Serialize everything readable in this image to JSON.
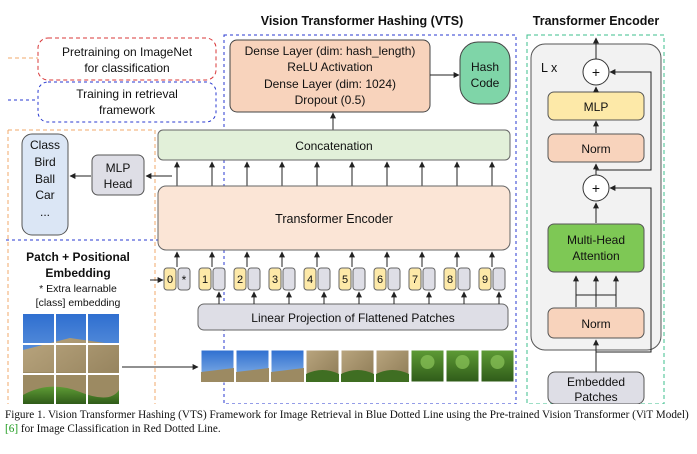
{
  "title": "Vision Transformer Hashing (VTS)",
  "encoder_title": "Transformer Encoder",
  "legend": {
    "pretraining": [
      "Pretraining on ImageNet",
      "for classification"
    ],
    "training": [
      "Training in retrieval",
      "framework"
    ]
  },
  "head_block": {
    "lines": [
      "Dense Layer (dim: hash_length)",
      "ReLU Activation",
      "Dense Layer (dim: 1024)",
      "Dropout (0.5)"
    ]
  },
  "hash_code": [
    "Hash",
    "Code"
  ],
  "concat_label": "Concatenation",
  "class_box": [
    "Class",
    "Bird",
    "Ball",
    "Car",
    "..."
  ],
  "mlp_head": [
    "MLP",
    "Head"
  ],
  "transformer_encoder_label": "Transformer Encoder",
  "patch_embedding": {
    "title": [
      "Patch + Positional",
      "Embedding"
    ],
    "note": [
      "* Extra learnable",
      "[class] embedding"
    ]
  },
  "tokens": [
    "0",
    "1",
    "2",
    "3",
    "4",
    "5",
    "6",
    "7",
    "8",
    "9"
  ],
  "class_token_star": "*",
  "linear_projection_label": "Linear Projection of Flattened Patches",
  "encoder_detail": {
    "repeat_label": "L x",
    "plus": "+",
    "mlp": "MLP",
    "norm": "Norm",
    "attention": [
      "Multi-Head",
      "Attention"
    ],
    "embedded": [
      "Embedded",
      "Patches"
    ]
  },
  "caption": {
    "part1": "Figure 1. Vision Transformer Hashing (VTS) Framework for Image Retrieval in Blue Dotted Line using the Pre-trained Vision Transformer (ViT Model) ",
    "ref": "[6]",
    "part2": " for Image Classification in Red Dotted Line."
  },
  "colors": {
    "peach": "#f8d3bc",
    "green_light": "#e2f0d9",
    "blue_light": "#dbe6f5",
    "gray": "#dedee6",
    "yellow": "#fde9a8",
    "green_bright": "#7ec855",
    "red_dash": "#d9383a",
    "blue_dash": "#2a3ad0",
    "orange_dash": "#f1a86b",
    "teal_dash": "#3cbf8e"
  }
}
